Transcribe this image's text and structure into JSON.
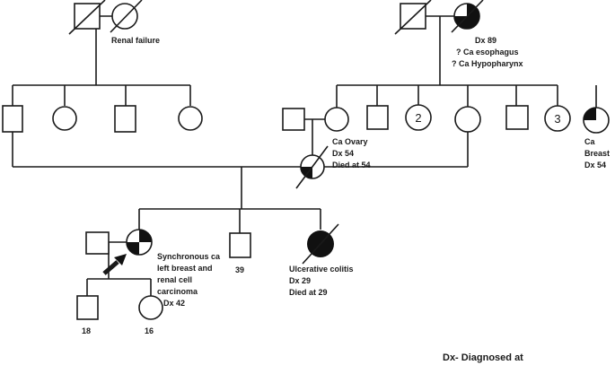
{
  "notes": {
    "p_grandmother": [
      "Renal failure"
    ],
    "m_grandmother": [
      "Dx 89",
      "? Ca esophagus",
      "? Ca Hypopharynx"
    ],
    "m_cousin": [
      "Ca Ovary",
      "Dx 54",
      "Died at 54"
    ],
    "m_aunt_breast": [
      "Ca",
      "Breast",
      "Dx 54"
    ],
    "proband": [
      "Synchronous ca",
      "left breast and",
      "renal cell",
      "carcinoma",
      "Dx 42"
    ],
    "brother": [
      "39"
    ],
    "sister": [
      "Ulcerative colitis",
      "Dx 29",
      "Died at 29"
    ],
    "son": [
      "18"
    ],
    "daughter": [
      "16"
    ]
  },
  "counts": {
    "maternal_aunts_a": "2",
    "maternal_aunts_b": "3"
  },
  "legend": "Dx- Diagnosed at"
}
